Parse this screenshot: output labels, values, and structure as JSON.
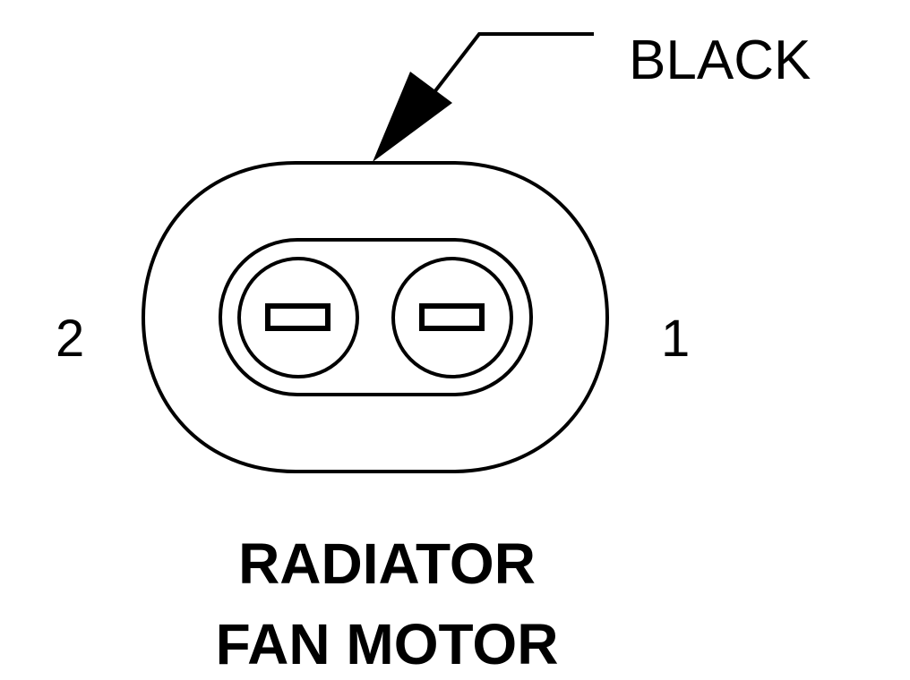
{
  "connector": {
    "color_callout": "BLACK",
    "pin_left": "2",
    "pin_right": "1",
    "title_line1": "RADIATOR",
    "title_line2": "FAN MOTOR"
  },
  "colors": {
    "stroke": "#000000",
    "background": "#ffffff"
  }
}
